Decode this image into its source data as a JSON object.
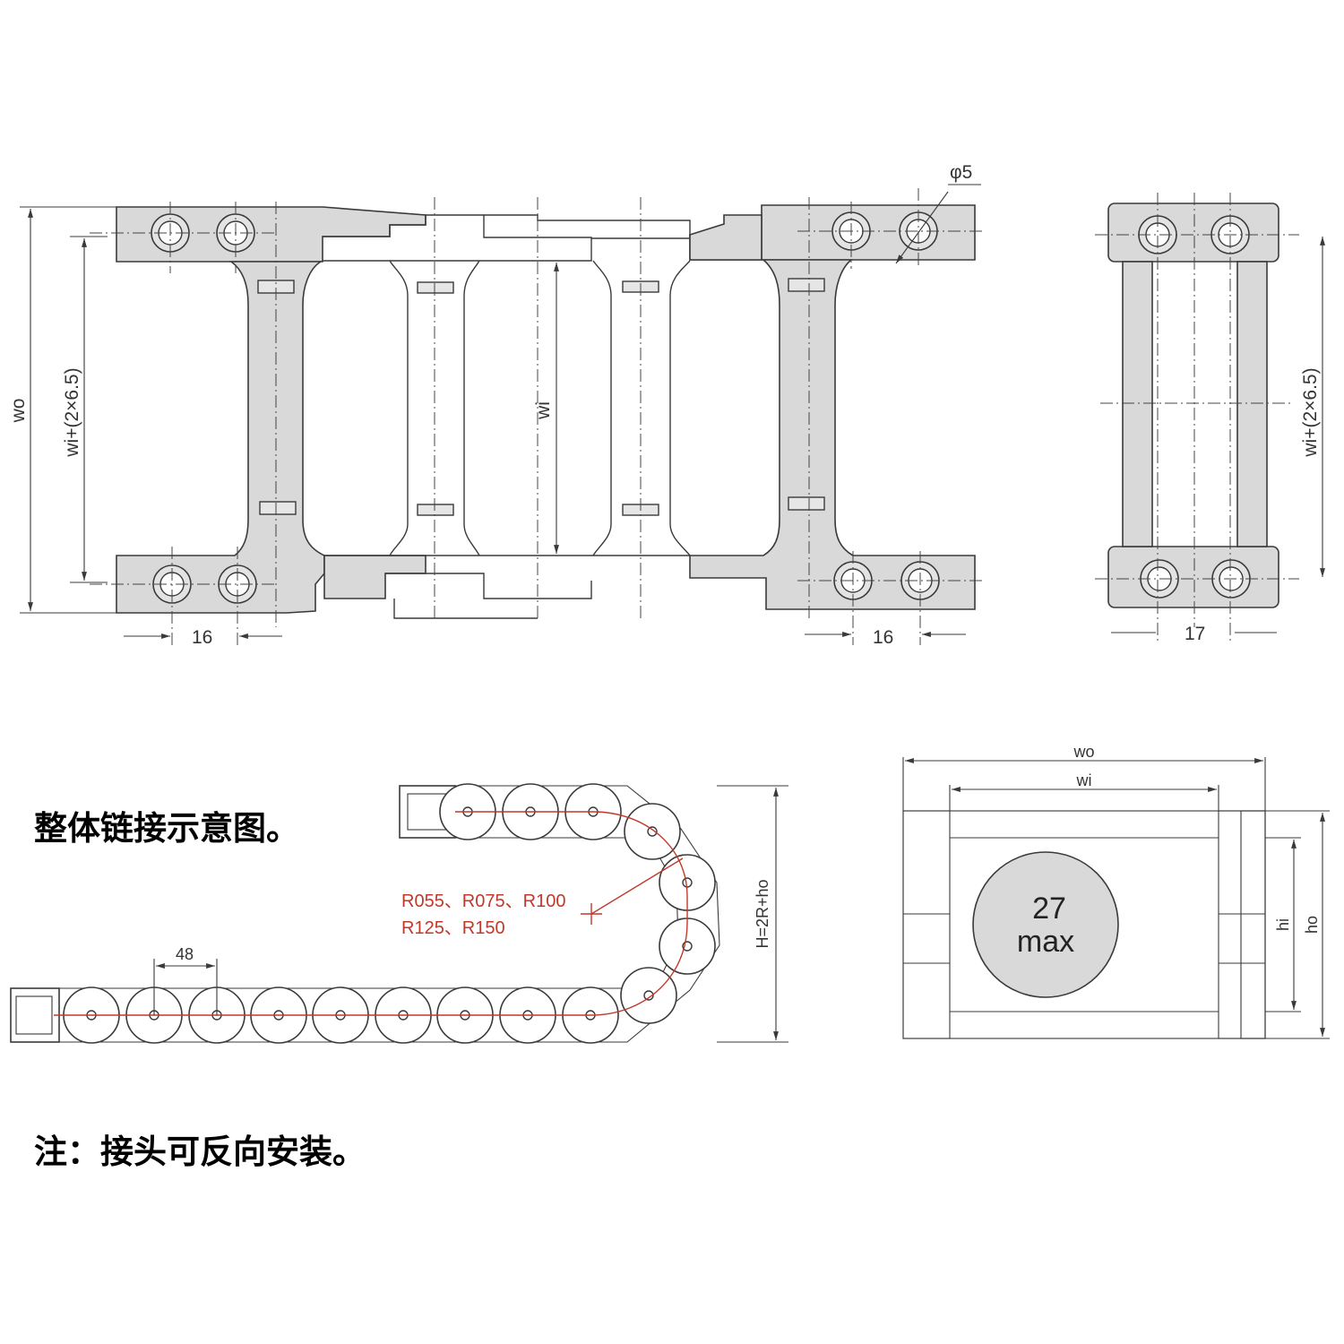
{
  "top_view": {
    "dim_wo": "wo",
    "dim_wi_plus": "wi+(2×6.5)",
    "dim_wi": "wi",
    "dim_hole": "φ5",
    "dim_pitch_left": "16",
    "dim_pitch_right": "16"
  },
  "side_view": {
    "dim_wi_plus": "wi+(2×6.5)",
    "dim_width": "17"
  },
  "chain_view": {
    "caption": "整体链接示意图。",
    "pitch": "48",
    "radius_line1": "R055、R075、R100",
    "radius_line2": "R125、R150",
    "height": "H=2R+ho"
  },
  "section_view": {
    "dim_wo": "wo",
    "dim_wi": "wi",
    "dim_hi": "hi",
    "dim_ho": "ho",
    "max_value": "27",
    "max_label": "max"
  },
  "note": "注：接头可反向安装。"
}
